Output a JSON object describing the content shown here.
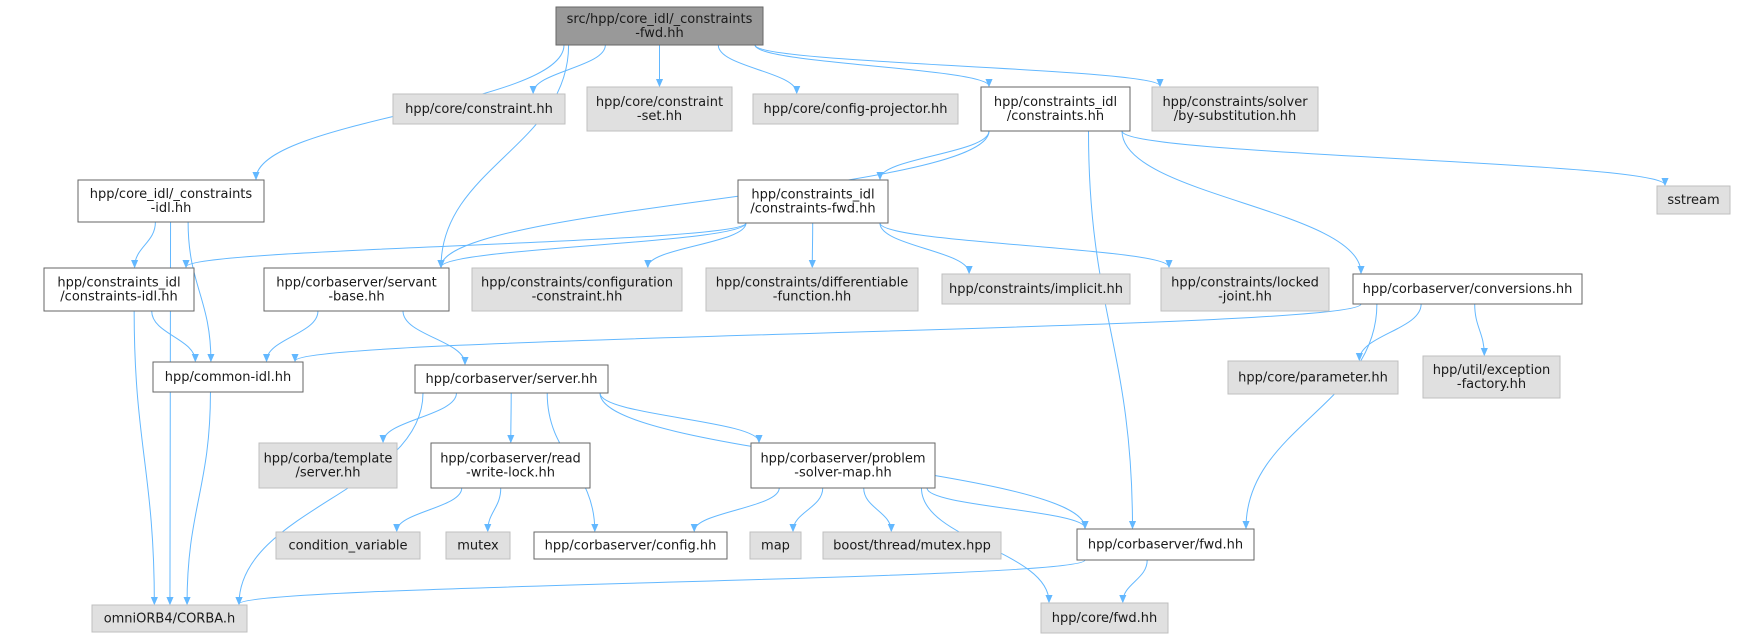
{
  "graph": {
    "edge_color": "#63b8ff",
    "root_fill": "#999999",
    "documented_fill": "#ffffff",
    "external_fill": "#e0e0e0"
  },
  "nodes": [
    {
      "id": "root",
      "kind": "root",
      "lines": [
        "src/hpp/core_idl/_constraints",
        "-fwd.hh"
      ]
    },
    {
      "id": "core-constraint",
      "kind": "ext",
      "lines": [
        "hpp/core/constraint.hh"
      ]
    },
    {
      "id": "core-constraint-set",
      "kind": "ext",
      "lines": [
        "hpp/core/constraint",
        "-set.hh"
      ]
    },
    {
      "id": "core-config-projector",
      "kind": "ext",
      "lines": [
        "hpp/core/config-projector.hh"
      ]
    },
    {
      "id": "constraints-idl-constraints",
      "kind": "doc",
      "lines": [
        "hpp/constraints_idl",
        "/constraints.hh"
      ]
    },
    {
      "id": "solver-by-substitution",
      "kind": "ext",
      "lines": [
        "hpp/constraints/solver",
        "/by-substitution.hh"
      ]
    },
    {
      "id": "core-idl-constraints-idl",
      "kind": "doc",
      "lines": [
        "hpp/core_idl/_constraints",
        "-idl.hh"
      ]
    },
    {
      "id": "sstream",
      "kind": "ext",
      "lines": [
        "sstream"
      ]
    },
    {
      "id": "constraints-fwd",
      "kind": "doc",
      "lines": [
        "hpp/constraints_idl",
        "/constraints-fwd.hh"
      ]
    },
    {
      "id": "constraints-idl-hh",
      "kind": "doc",
      "lines": [
        "hpp/constraints_idl",
        "/constraints-idl.hh"
      ]
    },
    {
      "id": "servant-base",
      "kind": "doc",
      "lines": [
        "hpp/corbaserver/servant",
        "-base.hh"
      ]
    },
    {
      "id": "configuration-constraint",
      "kind": "ext",
      "lines": [
        "hpp/constraints/configuration",
        "-constraint.hh"
      ]
    },
    {
      "id": "differentiable-function",
      "kind": "ext",
      "lines": [
        "hpp/constraints/differentiable",
        "-function.hh"
      ]
    },
    {
      "id": "implicit",
      "kind": "ext",
      "lines": [
        "hpp/constraints/implicit.hh"
      ]
    },
    {
      "id": "locked-joint",
      "kind": "ext",
      "lines": [
        "hpp/constraints/locked",
        "-joint.hh"
      ]
    },
    {
      "id": "conversions",
      "kind": "doc",
      "lines": [
        "hpp/corbaserver/conversions.hh"
      ]
    },
    {
      "id": "common-idl",
      "kind": "doc",
      "lines": [
        "hpp/common-idl.hh"
      ]
    },
    {
      "id": "server",
      "kind": "doc",
      "lines": [
        "hpp/corbaserver/server.hh"
      ]
    },
    {
      "id": "core-parameter",
      "kind": "ext",
      "lines": [
        "hpp/core/parameter.hh"
      ]
    },
    {
      "id": "exception-factory",
      "kind": "ext",
      "lines": [
        "hpp/util/exception",
        "-factory.hh"
      ]
    },
    {
      "id": "corba-template-server",
      "kind": "ext",
      "lines": [
        "hpp/corba/template",
        "/server.hh"
      ]
    },
    {
      "id": "read-write-lock",
      "kind": "doc",
      "lines": [
        "hpp/corbaserver/read",
        "-write-lock.hh"
      ]
    },
    {
      "id": "problem-solver-map",
      "kind": "doc",
      "lines": [
        "hpp/corbaserver/problem",
        "-solver-map.hh"
      ]
    },
    {
      "id": "condition-variable",
      "kind": "ext",
      "lines": [
        "condition_variable"
      ]
    },
    {
      "id": "mutex",
      "kind": "ext",
      "lines": [
        "mutex"
      ]
    },
    {
      "id": "corbaserver-config",
      "kind": "doc",
      "lines": [
        "hpp/corbaserver/config.hh"
      ]
    },
    {
      "id": "map",
      "kind": "ext",
      "lines": [
        "map"
      ]
    },
    {
      "id": "boost-mutex",
      "kind": "ext",
      "lines": [
        "boost/thread/mutex.hpp"
      ]
    },
    {
      "id": "corbaserver-fwd",
      "kind": "doc",
      "lines": [
        "hpp/corbaserver/fwd.hh"
      ]
    },
    {
      "id": "omniorb",
      "kind": "ext",
      "lines": [
        "omniORB4/CORBA.h"
      ]
    },
    {
      "id": "core-fwd",
      "kind": "ext",
      "lines": [
        "hpp/core/fwd.hh"
      ]
    }
  ],
  "edges": [
    [
      "root",
      "core-idl-constraints-idl"
    ],
    [
      "root",
      "servant-base"
    ],
    [
      "root",
      "core-constraint"
    ],
    [
      "root",
      "core-constraint-set"
    ],
    [
      "root",
      "core-config-projector"
    ],
    [
      "root",
      "constraints-idl-constraints"
    ],
    [
      "root",
      "solver-by-substitution"
    ],
    [
      "core-idl-constraints-idl",
      "constraints-idl-hh"
    ],
    [
      "core-idl-constraints-idl",
      "common-idl"
    ],
    [
      "core-idl-constraints-idl",
      "omniorb"
    ],
    [
      "constraints-idl-constraints",
      "constraints-fwd"
    ],
    [
      "constraints-idl-constraints",
      "servant-base"
    ],
    [
      "constraints-idl-constraints",
      "sstream"
    ],
    [
      "constraints-idl-constraints",
      "conversions"
    ],
    [
      "constraints-idl-constraints",
      "corbaserver-fwd"
    ],
    [
      "constraints-fwd",
      "constraints-idl-hh"
    ],
    [
      "constraints-fwd",
      "servant-base"
    ],
    [
      "constraints-fwd",
      "configuration-constraint"
    ],
    [
      "constraints-fwd",
      "differentiable-function"
    ],
    [
      "constraints-fwd",
      "implicit"
    ],
    [
      "constraints-fwd",
      "locked-joint"
    ],
    [
      "constraints-idl-hh",
      "common-idl"
    ],
    [
      "constraints-idl-hh",
      "omniorb"
    ],
    [
      "servant-base",
      "common-idl"
    ],
    [
      "servant-base",
      "server"
    ],
    [
      "conversions",
      "common-idl"
    ],
    [
      "conversions",
      "core-parameter"
    ],
    [
      "conversions",
      "exception-factory"
    ],
    [
      "conversions",
      "corbaserver-fwd"
    ],
    [
      "common-idl",
      "omniorb"
    ],
    [
      "server",
      "omniorb"
    ],
    [
      "server",
      "corba-template-server"
    ],
    [
      "server",
      "read-write-lock"
    ],
    [
      "server",
      "corbaserver-config"
    ],
    [
      "server",
      "problem-solver-map"
    ],
    [
      "server",
      "corbaserver-fwd"
    ],
    [
      "read-write-lock",
      "condition-variable"
    ],
    [
      "read-write-lock",
      "mutex"
    ],
    [
      "problem-solver-map",
      "corbaserver-config"
    ],
    [
      "problem-solver-map",
      "map"
    ],
    [
      "problem-solver-map",
      "boost-mutex"
    ],
    [
      "problem-solver-map",
      "corbaserver-fwd"
    ],
    [
      "problem-solver-map",
      "core-fwd"
    ],
    [
      "corbaserver-fwd",
      "omniorb"
    ],
    [
      "corbaserver-fwd",
      "core-fwd"
    ]
  ]
}
